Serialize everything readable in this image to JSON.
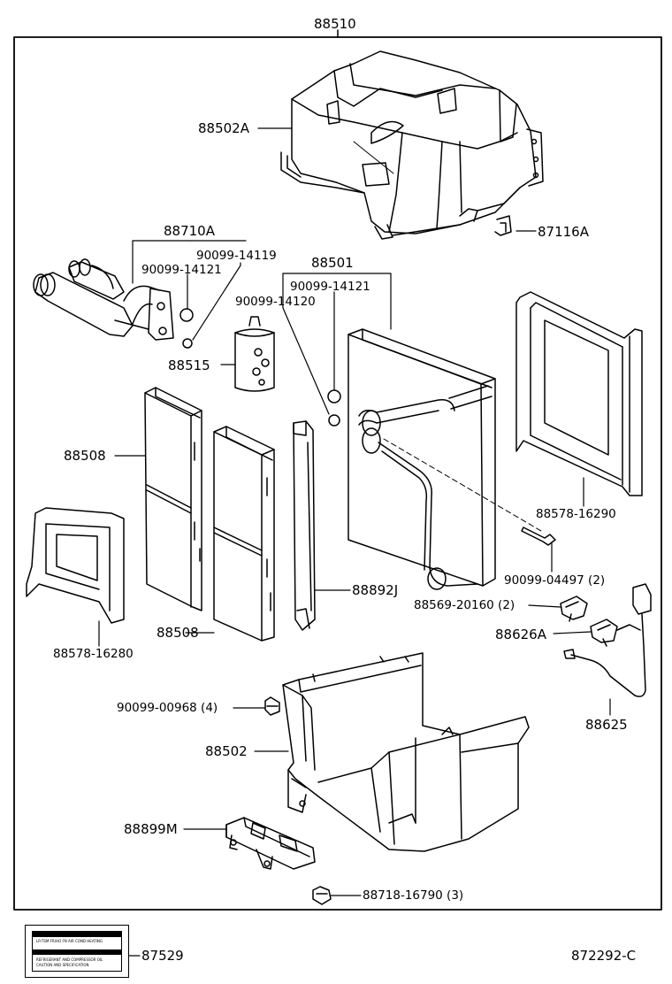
{
  "title": "88510",
  "diagram_code": "872292-C",
  "parts": {
    "cover_upper": "88502A",
    "clip": "87116A",
    "tube_assy": "88710A",
    "oring_a": "90099-14119",
    "oring_b": "90099-14121",
    "evaporator": "88501",
    "oring_c": "90099-14121",
    "oring_d": "90099-14120",
    "expansion_valve": "88515",
    "filter_1": "88508",
    "filter_2": "88508",
    "seal_right": "88578-16290",
    "seal_left": "88578-16280",
    "insulator": "88892J",
    "screw_upper": "90099-04497 (2)",
    "clamp": "88569-20160 (2)",
    "thermistor": "88626A",
    "screw_lower": "90099-00968 (4)",
    "case_lower": "88502",
    "harness": "88625",
    "amplifier": "88899M",
    "clip_lower": "88718-16790 (3)",
    "caution_label": "87529"
  },
  "label_sheet_text": [
    "LR-TSM FR/HO FN AIR COND HEATING",
    "REFRIGERANT AND COMPRESSOR OIL",
    "CAUTION AND SPECIFICATION"
  ]
}
